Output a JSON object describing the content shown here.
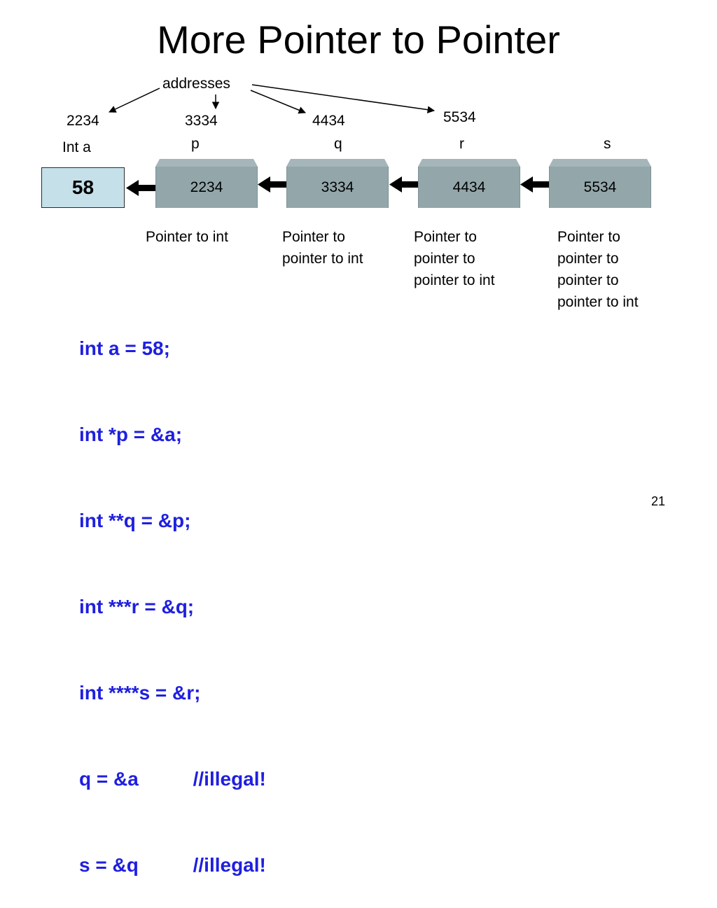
{
  "slide": {
    "title": "More Pointer to Pointer",
    "addresses_label": "addresses",
    "page_number": "21"
  },
  "variable_a": {
    "address": "2234",
    "name": "Int a",
    "value": "58"
  },
  "pointers": [
    {
      "address": "3334",
      "name": "p",
      "value": "2234",
      "description": "Pointer to int"
    },
    {
      "address": "4434",
      "name": "q",
      "value": "3334",
      "description": "Pointer to pointer to int"
    },
    {
      "address": "5534",
      "name": "r",
      "value": "4434",
      "description": "Pointer to pointer to pointer to int"
    },
    {
      "address": "",
      "name": "s",
      "value": "5534",
      "description": "Pointer to pointer to pointer to pointer to int"
    }
  ],
  "code": [
    "int a = 58;",
    "int *p = &a;",
    "int **q = &p;",
    "int ***r = &q;",
    "int ****s = &r;",
    "q = &a          //illegal!",
    "s = &q          //illegal!"
  ],
  "colors": {
    "value_box": "#c5e0e8",
    "pointer_box": "#93a7ab",
    "code_text": "#1f1fe0"
  }
}
